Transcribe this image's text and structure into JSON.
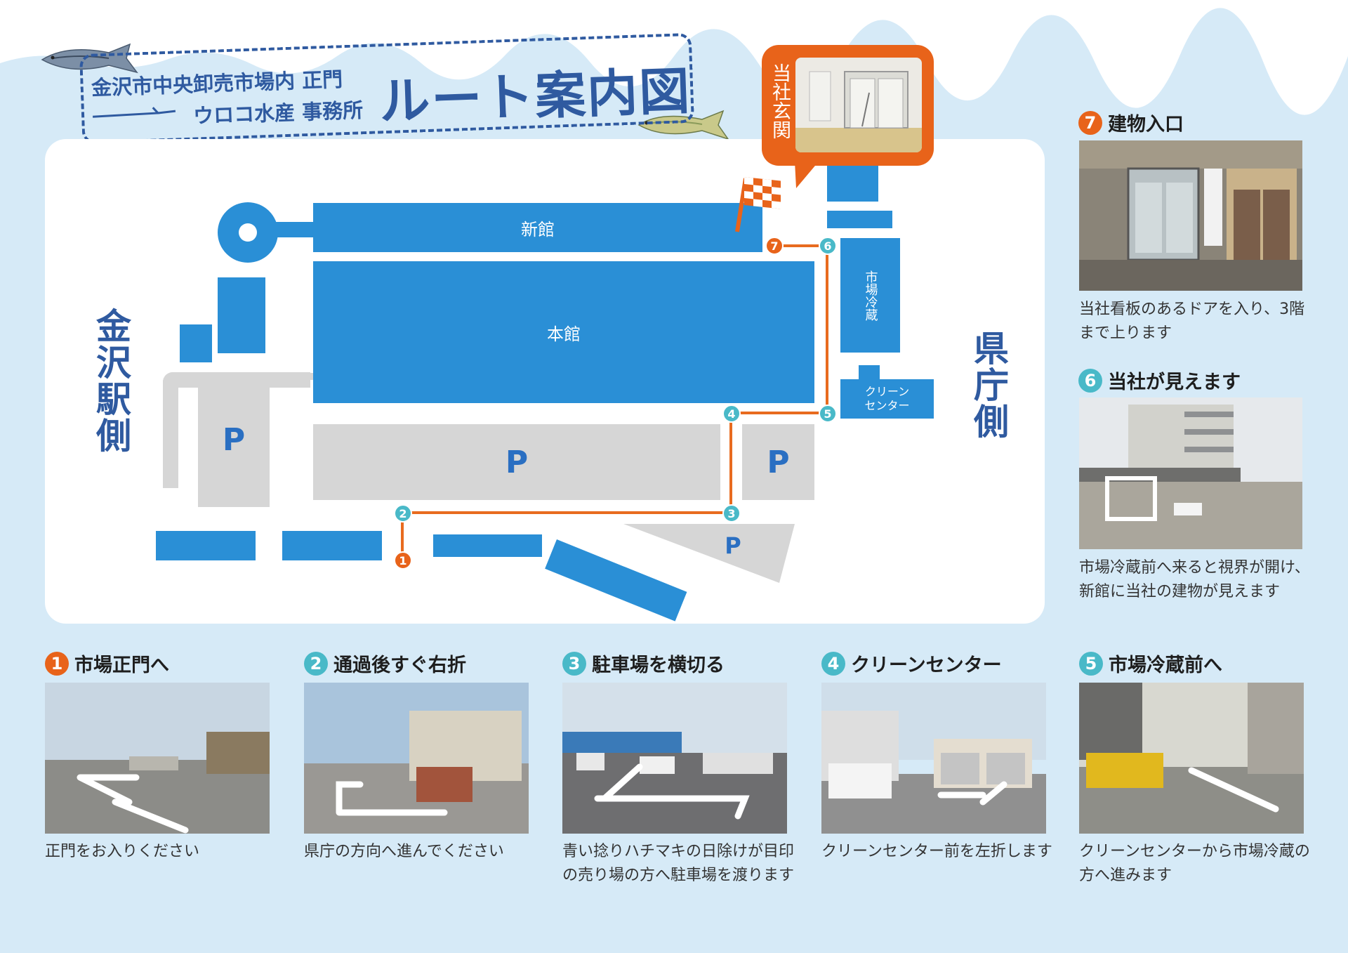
{
  "title": {
    "line1": "金沢市中央卸売市場内 正門",
    "line2": "ウロコ水産 事務所",
    "main": "ルート案内図"
  },
  "map": {
    "buildings": {
      "shinkan": "新館",
      "honkan": "本館",
      "ichiba_reizo": "市場冷蔵",
      "clean_center_line1": "クリーン",
      "clean_center_line2": "センター"
    },
    "parking_mark": "P",
    "side_left": "金沢駅側",
    "side_right": "県庁側",
    "entrance_callout": "当社玄関",
    "route_points": [
      "1",
      "2",
      "3",
      "4",
      "5",
      "6",
      "7"
    ]
  },
  "right_steps": [
    {
      "num": "7",
      "title": "建物入口",
      "desc": "当社看板のあるドアを入り、3階まで上ります"
    },
    {
      "num": "6",
      "title": "当社が見えます",
      "desc": "市場冷蔵前へ来ると視界が開け、新館に当社の建物が見えます"
    }
  ],
  "bottom_steps": [
    {
      "num": "1",
      "title": "市場正門へ",
      "desc": "正門をお入りください"
    },
    {
      "num": "2",
      "title": "通過後すぐ右折",
      "desc": "県庁の方向へ進んでください"
    },
    {
      "num": "3",
      "title": "駐車場を横切る",
      "desc": "青い捻りハチマキの日除けが目印の売り場の方へ駐車場を渡ります"
    },
    {
      "num": "4",
      "title": "クリーンセンター",
      "desc": "クリーンセンター前を左折します"
    },
    {
      "num": "5",
      "title": "市場冷蔵前へ",
      "desc": "クリーンセンターから市場冷蔵の方へ進みます"
    }
  ],
  "colors": {
    "background_blue": "#d6eaf7",
    "building_blue": "#2a8fd6",
    "route_orange": "#e8631a",
    "badge_teal": "#49b9c8",
    "parking_gray": "#d6d6d6",
    "title_navy": "#2f5aa0"
  }
}
